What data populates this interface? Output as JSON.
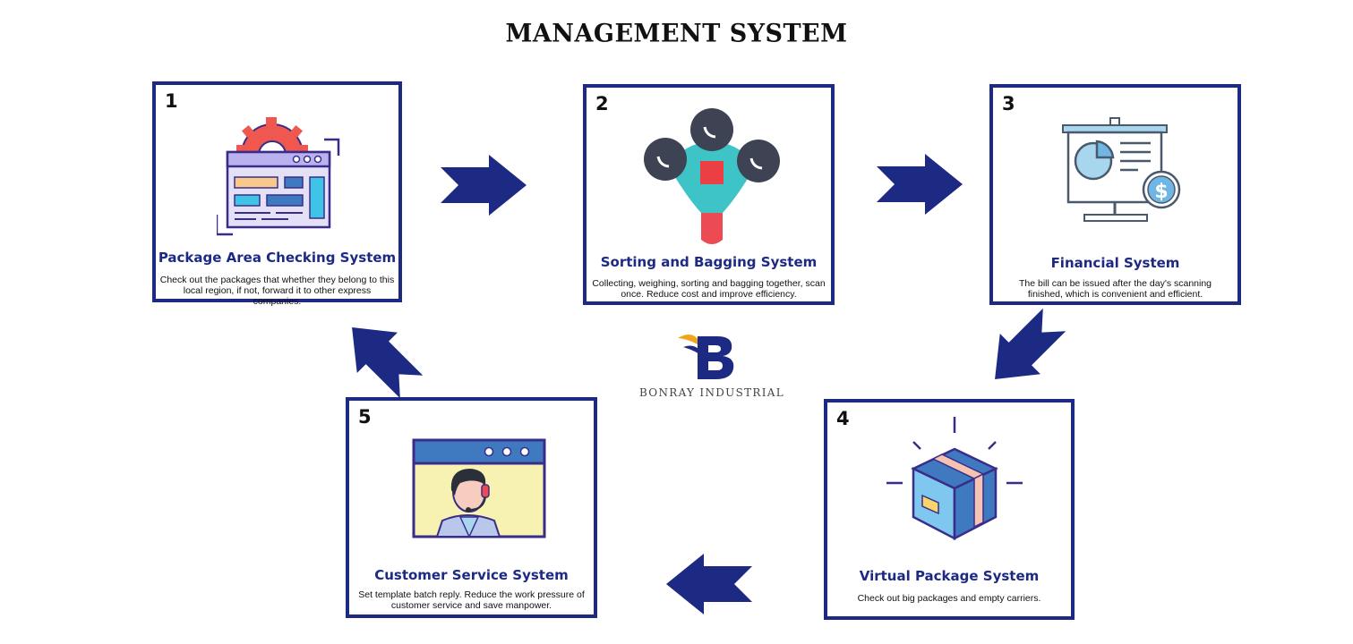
{
  "title": "MANAGEMENT SYSTEM",
  "accent": "#1c2a84",
  "cards": [
    {
      "number": "1",
      "title": "Package Area Checking System",
      "desc_line1": "Check out the packages that whether they belong to this",
      "desc_line2": "local region, if not, forward it to other express companies.",
      "icon": "settings-window-icon"
    },
    {
      "number": "2",
      "title": "Sorting and Bagging System",
      "desc_line1": "Collecting, weighing, sorting and bagging together, scan",
      "desc_line2": "once. Reduce cost and improve efficiency.",
      "icon": "funnel-icon"
    },
    {
      "number": "3",
      "title": "Financial System",
      "desc_line1": "The bill can be issued after the day's scanning",
      "desc_line2": "finished, which is convenient and efficient.",
      "icon": "presentation-board-icon"
    },
    {
      "number": "4",
      "title": "Virtual Package System",
      "desc_line1": "Check out big packages and empty carriers.",
      "desc_line2": "",
      "icon": "package-box-icon"
    },
    {
      "number": "5",
      "title": "Customer Service System",
      "desc_line1": "Set template batch reply. Reduce the work pressure of",
      "desc_line2": "customer service and save manpower.",
      "icon": "customer-service-icon"
    }
  ],
  "logo": {
    "text": "BONRAY INDUSTRIAL",
    "icon": "bonray-logo-icon"
  }
}
